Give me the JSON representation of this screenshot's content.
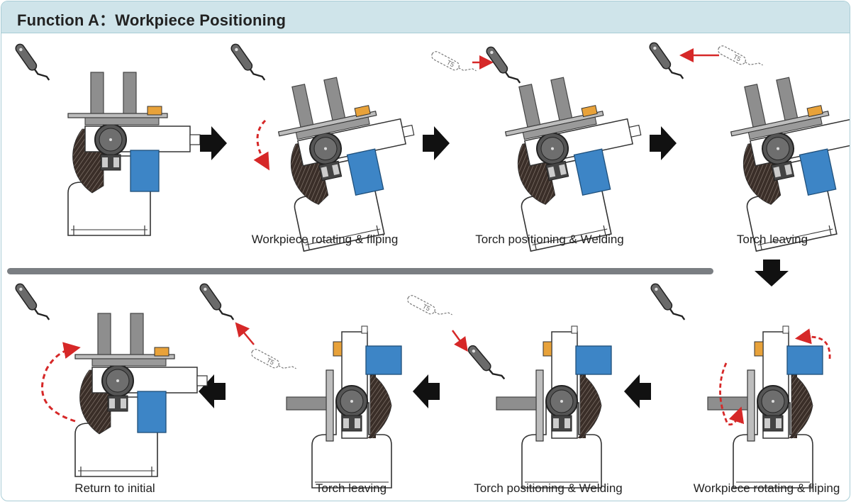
{
  "header": {
    "title": "Function A：Workpiece Positioning"
  },
  "captions": {
    "step2": "Workpiece rotating & fliping",
    "step3": "Torch positioning & Welding",
    "step4": "Torch leaving",
    "step5": "Workpiece rotating & fliping",
    "step6": "Torch positioning & Welding",
    "step7": "Torch leaving",
    "step8": "Return to initial"
  },
  "torch_label": "T5",
  "colors": {
    "header_bg": "#cfe4ea",
    "machine_grey": "#999999",
    "workpiece_blue": "#3d85c6",
    "gear_dark": "#3a2e28",
    "motion_red": "#d62828",
    "sensor_orange": "#e8a23a",
    "divider_grey": "#7a7e82"
  }
}
